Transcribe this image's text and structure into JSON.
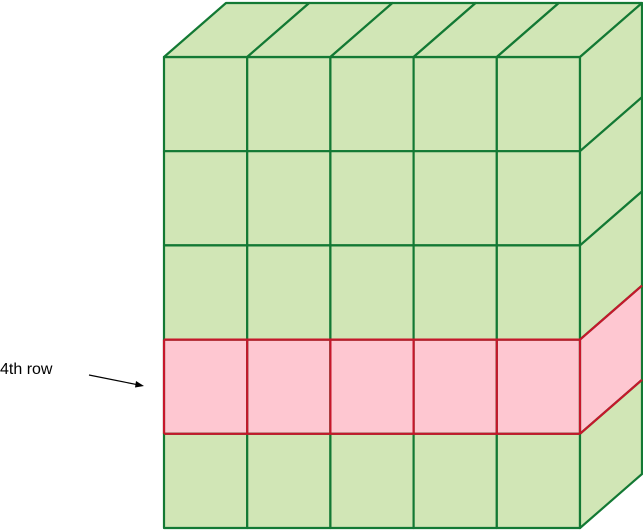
{
  "diagram": {
    "grid": {
      "columns": 5,
      "rows": 5,
      "highlighted_row": 4
    },
    "annotation": {
      "label": "4th row"
    },
    "colors": {
      "face_fill": "#d1e6b6",
      "face_stroke": "#137934",
      "highlight_fill": "#fec7d1",
      "highlight_stroke": "#c6172b",
      "arrow": "#000000"
    }
  }
}
